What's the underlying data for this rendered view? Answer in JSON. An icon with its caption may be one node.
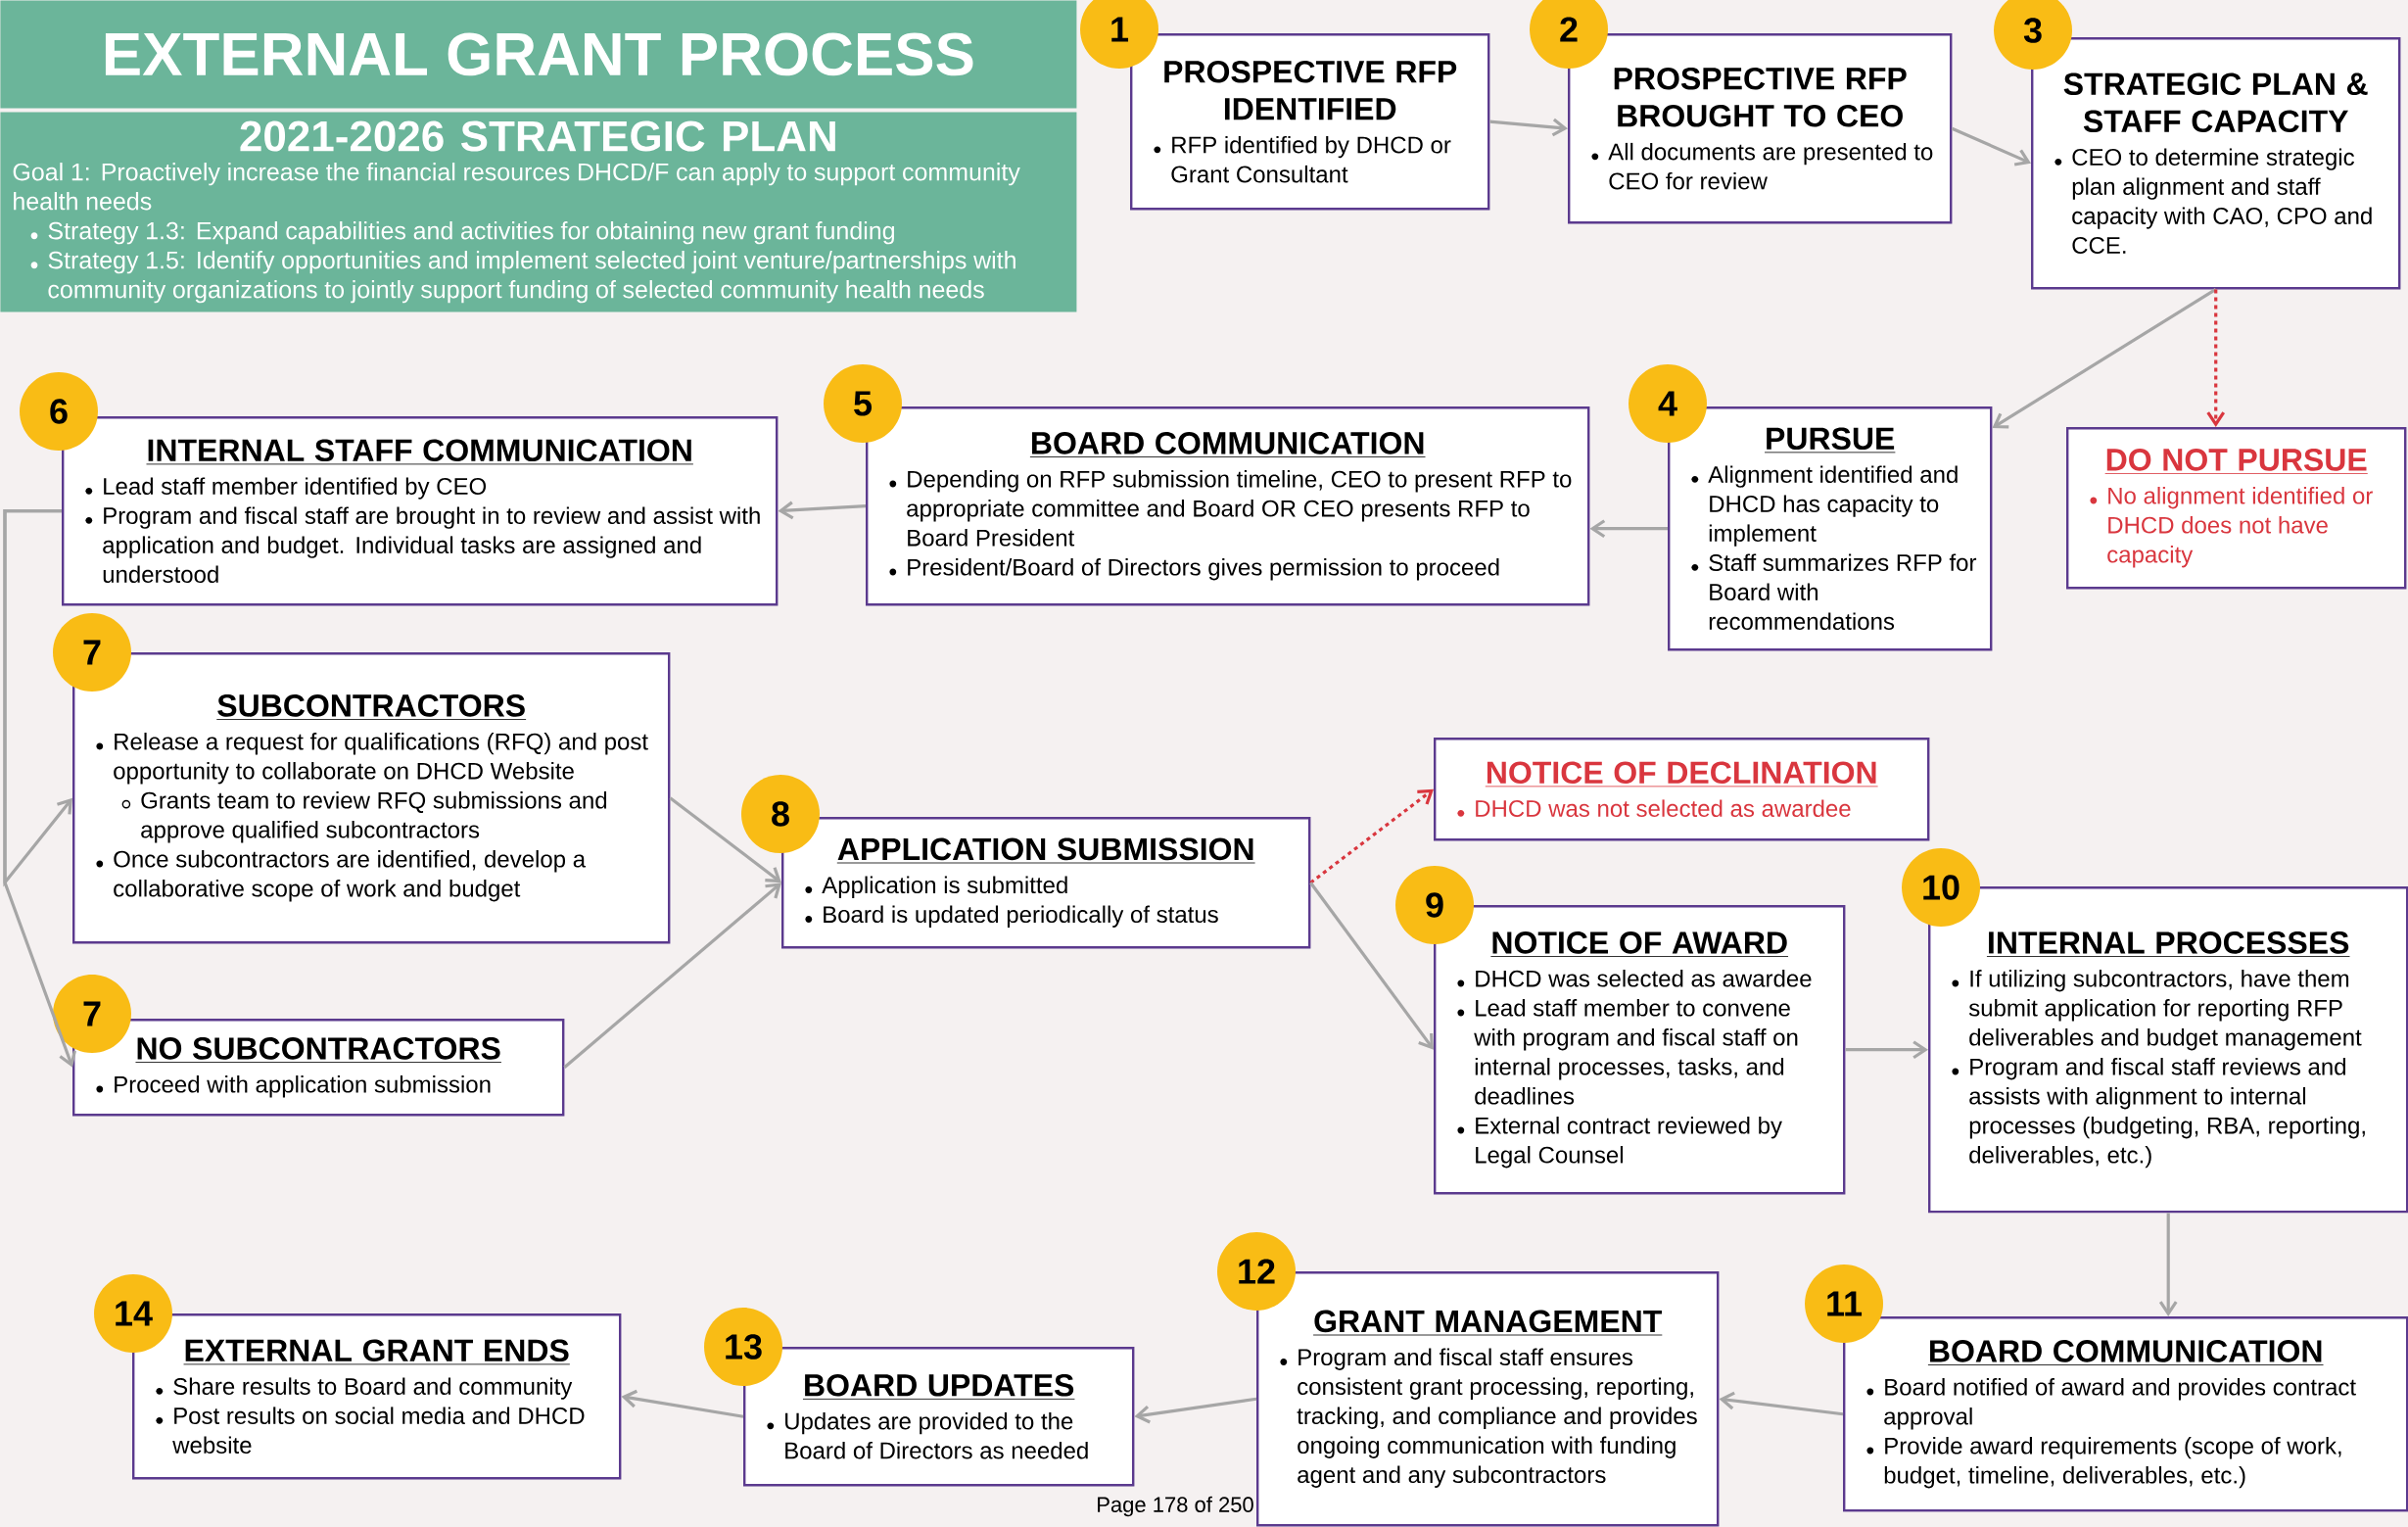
{
  "diagram": {
    "title": "EXTERNAL GRANT PROCESS",
    "nodes": [
      {
        "text": [
          "2021-2026 STRATEGIC PLAN",
          "Goal 1: Proactively increase the financial resources DHCD/F can apply to support community health needs",
          "Strategy 1.3: Expand capabilities and activities for obtaining new grant funding",
          "Strategy 1.5: Identify opportunities and implement selected joint venture/partnerships with community organizations to jointly support funding of selected community health needs"
        ]
      },
      {
        "text": [
          "PROSPECTIVE RFP IDENTIFIED",
          "RFP identified by DHCD or Grant Consultant"
        ],
        "beside": [
          "1"
        ]
      },
      {
        "text": [
          "PROSPECTIVE RFP BROUGHT TO CEO",
          "All documents are presented to CEO for review"
        ],
        "beside": [
          "2"
        ]
      },
      {
        "text": [
          "STRATEGIC PLAN & STAFF CAPACITY",
          "CEO to determine strategic plan alignment and staff capacity with CAO, CPO and CCE."
        ],
        "beside": [
          "3"
        ]
      },
      {
        "text": [
          "PURSUE",
          "Alignment identified and DHCD has capacity to implement",
          "Staff summarizes RFP for Board with recommendations"
        ],
        "beside": [
          "4"
        ]
      },
      {
        "text": [
          "DO NOT PURSUE",
          "No alignment identified or DHCD does not have capacity"
        ]
      },
      {
        "text": [
          "BOARD COMMUNICATION",
          "Depending on RFP submission timeline, CEO to present RFP to appropriate committee and Board OR CEO presents RFP to Board President",
          "President/Board of Directors gives permission to proceed"
        ],
        "beside": [
          "5"
        ]
      },
      {
        "text": [
          "INTERNAL STAFF COMMUNICATION",
          "Lead staff member identified by CEO",
          "Program and fiscal staff are brought in to review and assist with application and budget. Individual tasks are assigned and understood"
        ],
        "beside": [
          "6"
        ]
      },
      {
        "text": [
          "SUBCONTRACTORS",
          "Release a request for qualifications (RFQ) and post opportunity to collaborate on DHCD Website",
          "Grants team to review RFQ submissions and approve qualified subcontractors",
          "Once subcontractors are identified, develop a collaborative scope of work and budget"
        ],
        "beside": [
          "7"
        ]
      },
      {
        "text": [
          "NO SUBCONTRACTORS",
          "Proceed with application submission"
        ],
        "beside": [
          "7"
        ]
      },
      {
        "text": [
          "APPLICATION SUBMISSION",
          "Application is submitted",
          "Board is updated periodically of status"
        ],
        "beside": [
          "8"
        ]
      },
      {
        "text": [
          "NOTICE OF DECLINATION",
          "DHCD was not selected as awardee"
        ]
      },
      {
        "text": [
          "NOTICE OF AWARD",
          "DHCD was selected as awardee",
          "Lead staff member to convene with program and fiscal staff on internal processes, tasks, and deadlines",
          "External contract reviewed by Legal Counsel"
        ],
        "beside": [
          "9"
        ]
      },
      {
        "text": [
          "INTERNAL PROCESSES",
          "If utilizing subcontractors, have them submit application for reporting RFP deliverables and budget management",
          "Program and fiscal staff reviews and assists with alignment to internal processes (budgeting, RBA, reporting, deliverables, etc.)"
        ],
        "beside": [
          "10"
        ]
      },
      {
        "text": [
          "BOARD COMMUNICATION",
          "Board notified of award and provides contract approval",
          "Provide award requirements (scope of work, budget, timeline, deliverables, etc.)"
        ],
        "beside": [
          "11"
        ]
      },
      {
        "text": [
          "GRANT MANAGEMENT",
          "Program and fiscal staff ensures consistent grant processing, reporting, tracking, and compliance and provides ongoing communication with funding agent and any subcontractors"
        ],
        "beside": [
          "12"
        ]
      },
      {
        "text": [
          "BOARD UPDATES",
          "Updates are provided to the Board of Directors as needed"
        ],
        "beside": [
          "13"
        ]
      },
      {
        "text": [
          "EXTERNAL GRANT ENDS",
          "Share results to Board and community",
          "Post results on social media and DHCD website"
        ],
        "beside": [
          "14"
        ]
      }
    ],
    "edges": [
      {
        "from": 1,
        "to": 2,
        "arrow": "to"
      },
      {
        "from": 2,
        "to": 3,
        "arrow": "to"
      },
      {
        "from": 3,
        "to": 4,
        "arrow": "to"
      },
      {
        "from": 3,
        "to": 5,
        "arrow": "to",
        "style": "dashed",
        "color": "#d9363e"
      },
      {
        "from": 4,
        "to": 6,
        "arrow": "to"
      },
      {
        "from": 6,
        "to": 7,
        "arrow": "to"
      },
      {
        "from": 7,
        "to": 8,
        "arrow": "to"
      },
      {
        "from": 7,
        "to": 9,
        "arrow": "to"
      },
      {
        "from": 8,
        "to": 10,
        "arrow": "to"
      },
      {
        "from": 9,
        "to": 10,
        "arrow": "to"
      },
      {
        "from": 10,
        "to": 11,
        "arrow": "to",
        "style": "dashed",
        "color": "#d9363e"
      },
      {
        "from": 10,
        "to": 12,
        "arrow": "to"
      },
      {
        "from": 12,
        "to": 13,
        "arrow": "to"
      },
      {
        "from": 13,
        "to": 14,
        "arrow": "to"
      },
      {
        "from": 14,
        "to": 15,
        "arrow": "to"
      },
      {
        "from": 15,
        "to": 16,
        "arrow": "to"
      },
      {
        "from": 16,
        "to": 17,
        "arrow": "to"
      }
    ],
    "labels": [
      "Page 178 of 250"
    ]
  }
}
